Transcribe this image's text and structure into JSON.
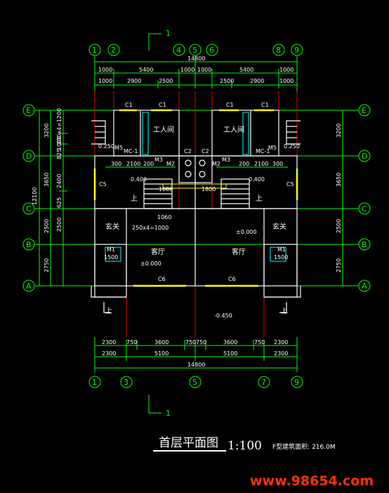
{
  "title": {
    "name": "首层平面图",
    "scale": "1:100",
    "area_note": "F型建筑面积: 216.0M",
    "section_mark": "1",
    "watermark": "www.98654.com"
  },
  "axes": {
    "top": [
      "1",
      "2",
      "4",
      "5",
      "6",
      "8",
      "9"
    ],
    "bottom": [
      "1",
      "3",
      "5",
      "7",
      "9"
    ],
    "sides": [
      "E",
      "D",
      "C",
      "B",
      "A"
    ]
  },
  "dimensions": {
    "top_total": "14800",
    "top_row1": [
      "1000",
      "5400",
      "1000",
      "1000",
      "5400",
      "1000"
    ],
    "top_row2": [
      "1000",
      "2900",
      "2500",
      "2500",
      "2900",
      "1000"
    ],
    "bottom_row1": [
      "2300",
      "750",
      "3600",
      "750",
      "750",
      "3600",
      "750",
      "2300"
    ],
    "bottom_row2": [
      "2300",
      "5100",
      "5100",
      "2300"
    ],
    "bottom_total": "14800",
    "left_segments": [
      "3200",
      "3650",
      "2500",
      "2750"
    ],
    "left_total": "12100",
    "left_stair": [
      "300x4=1200",
      "825",
      "1000",
      "2400",
      "625",
      "2500"
    ],
    "right_segments": [
      "3200",
      "3650",
      "2500",
      "2750"
    ],
    "inner_top": [
      "300",
      "2100",
      "200",
      "200",
      "2100",
      "300"
    ],
    "misc": [
      "1800",
      "1800",
      "1060",
      "250x4=1000",
      "0.250",
      "0.250",
      "0.400",
      "0.400"
    ]
  },
  "rooms": {
    "worker_room": "工人间",
    "living_room": "客厅",
    "foyer": "玄关"
  },
  "labels": {
    "windows": [
      "C1",
      "C1",
      "C1",
      "C1",
      "C2",
      "C2",
      "C5",
      "C5",
      "C6",
      "C6"
    ],
    "doors": [
      "M5",
      "M5",
      "MC-1",
      "MC-1",
      "M3",
      "M3",
      "M2",
      "M2",
      "M1",
      "M1"
    ],
    "elevations": [
      "±0.000",
      "±0.000",
      "-0.450"
    ],
    "up": "上",
    "door_width": "1500"
  }
}
